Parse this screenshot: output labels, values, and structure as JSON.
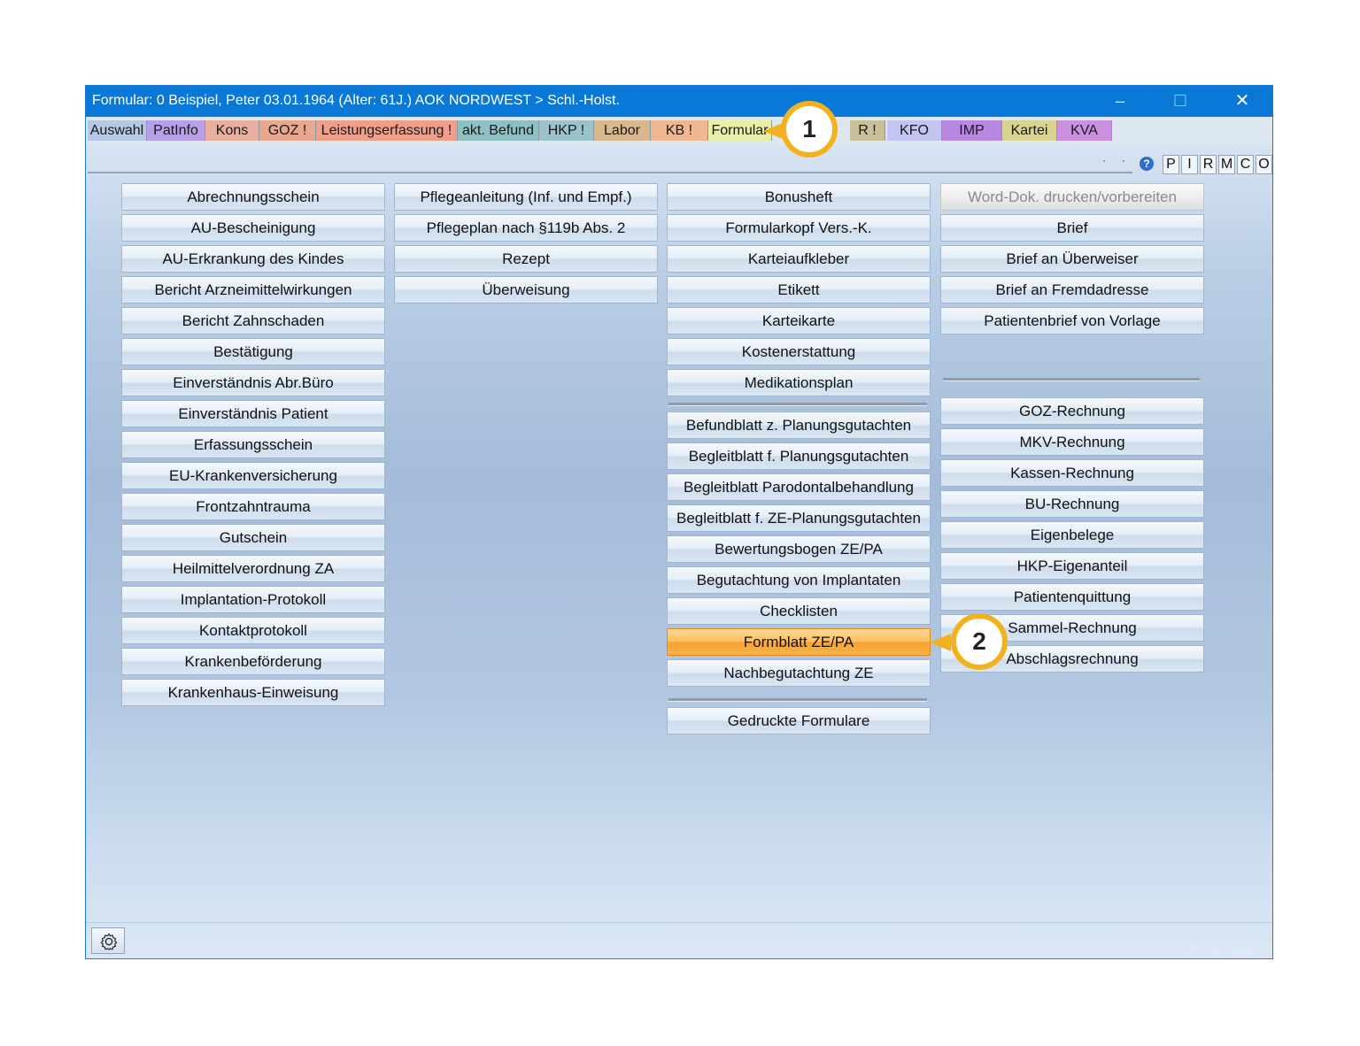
{
  "window": {
    "title": "Formular: 0  Beispiel, Peter  03.01.1964 (Alter: 61J.)  AOK NORDWEST > Schl.-Holst.",
    "min": "–",
    "max": "☐",
    "close": "✕"
  },
  "tabs": [
    {
      "label": "Auswahl",
      "color": "#b7c7e6"
    },
    {
      "label": "PatInfo",
      "color": "#b8a0e8"
    },
    {
      "label": "Kons",
      "color": "#e8b09c"
    },
    {
      "label": "GOZ !",
      "color": "#e8a890"
    },
    {
      "label": "Leistungserfassung !",
      "color": "#f0a088"
    },
    {
      "label": "akt. Befund",
      "color": "#8ec0c4"
    },
    {
      "label": "HKP !",
      "color": "#9cc2cc"
    },
    {
      "label": "Labor",
      "color": "#d8b88c"
    },
    {
      "label": "KB !",
      "color": "#f0b890"
    },
    {
      "label": "Formular",
      "color": "#e8f0a8"
    },
    {
      "label": "R !",
      "color": "#c9c09a"
    },
    {
      "label": "KFO",
      "color": "#c4c4f2"
    },
    {
      "label": "IMP",
      "color": "#b888e0"
    },
    {
      "label": "Kartei",
      "color": "#d8d490"
    },
    {
      "label": "KVA",
      "color": "#cc90e0"
    }
  ],
  "tab_mini": [
    "·",
    "·"
  ],
  "help_icon": "?",
  "side_buttons": [
    "P",
    "I",
    "R",
    "M",
    "C",
    "O"
  ],
  "columns": {
    "col1": [
      "Abrechnungsschein",
      "AU-Bescheinigung",
      "AU-Erkrankung des Kindes",
      "Bericht Arzneimittelwirkungen",
      "Bericht Zahnschaden",
      "Bestätigung",
      "Einverständnis Abr.Büro",
      "Einverständnis Patient",
      "Erfassungsschein",
      "EU-Krankenversicherung",
      "Frontzahntrauma",
      "Gutschein",
      "Heilmittelverordnung ZA",
      "Implantation-Protokoll",
      "Kontaktprotokoll",
      "Krankenbeförderung",
      "Krankenhaus-Einweisung"
    ],
    "col2": [
      "Pflegeanleitung (Inf. und Empf.)",
      "Pflegeplan nach §119b Abs. 2",
      "Rezept",
      "Überweisung"
    ],
    "col3a": [
      "Bonusheft",
      "Formularkopf Vers.-K.",
      "Karteiaufkleber",
      "Etikett",
      "Karteikarte",
      "Kostenerstattung",
      "Medikationsplan"
    ],
    "col3b": [
      "Befundblatt z. Planungsgutachten",
      "Begleitblatt f. Planungsgutachten",
      "Begleitblatt Parodontalbehandlung",
      "Begleitblatt f. ZE-Planungsgutachten",
      "Bewertungsbogen ZE/PA",
      "Begutachtung von Implantaten",
      "Checklisten",
      "Formblatt ZE/PA",
      "Nachbegutachtung ZE"
    ],
    "col3c": [
      "Gedruckte Formulare"
    ],
    "col4a": [
      "Word-Dok. drucken/vorbereiten",
      "Brief",
      "Brief an Überweiser",
      "Brief an Fremdadresse",
      "Patientenbrief von Vorlage"
    ],
    "col4b": [
      "GOZ-Rechnung",
      "MKV-Rechnung",
      "Kassen-Rechnung",
      "BU-Rechnung",
      "Eigenbelege",
      "HKP-Eigenanteil",
      "Patientenquittung",
      "Sammel-Rechnung",
      "Abschlagsrechnung"
    ]
  },
  "selected_button": "Formblatt ZE/PA",
  "disabled_button": "Word-Dok. drucken/vorbereiten",
  "footer": {
    "ghost_text": "Fenster auto"
  },
  "callouts": [
    "1",
    "2"
  ],
  "colors": {
    "titlebar": "#0a78d7",
    "accent": "#f2b220",
    "selected": "#fbb24a"
  }
}
